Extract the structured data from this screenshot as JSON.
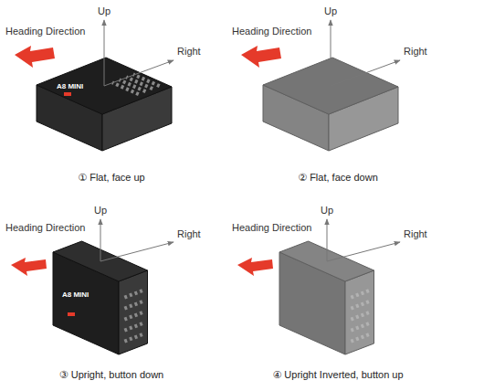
{
  "diagram": {
    "labels": [
      "Up",
      "Heading Direction",
      "Right",
      "A8 MINI",
      "① Flat, face up",
      "Up",
      "Heading Direction",
      "Right",
      "② Flat, face down",
      "Up",
      "Heading Direction",
      "Right",
      "A8 MINI",
      "③ Upright, button down",
      "Up",
      "Heading Direction",
      "Right",
      "④ Upright Inverted, button up"
    ]
  }
}
